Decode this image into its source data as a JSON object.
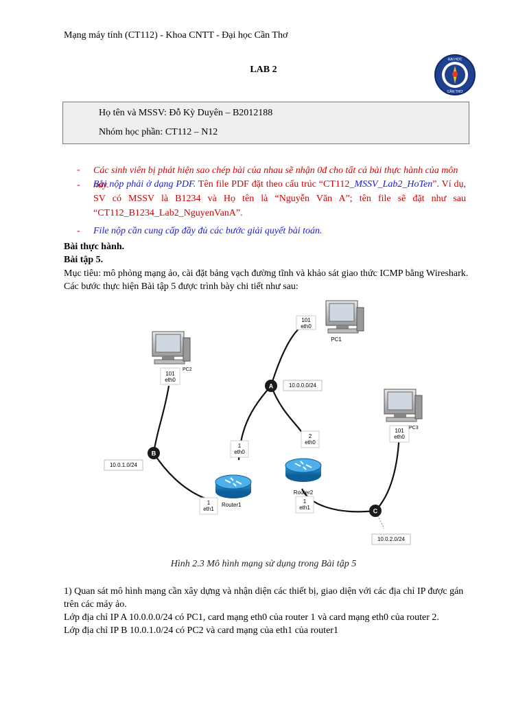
{
  "header": {
    "course_line": "Mạng máy tính (CT112) - Khoa CNTT - Đại học Cần Thơ"
  },
  "title": "LAB 2",
  "logo": {
    "icon": "university-logo-icon",
    "color": "#1f3f8f"
  },
  "info_box": {
    "name_line": "Họ tên và MSSV: Đỗ Kỳ Duyên – B2012188",
    "group_line": "Nhóm học phần: CT112 – N12"
  },
  "notes": {
    "note1": "Các sinh viên bị phát hiện sao chép bài của nhau sẽ nhận 0đ cho tất cả bài thực hành của môn này.",
    "note2_blue_italic": "Bài nộp phải ở dạng PDF.",
    "note2_red_1": " Tên file PDF đặt theo cấu trúc “CT112_",
    "note2_blue_italic_2": "MSSV_Lab2_HoTen",
    "note2_red_2": "”. Ví dụ, SV có MSSV là B1234 và Họ tên là “Nguyễn Văn A”; tên file sẽ đặt như sau “CT112_B1234_Lab2_NguyenVanA”.",
    "note3": "File nộp cần cung cấp đầy đủ các bước giải quyết bài toán.",
    "bullet_mark": "-"
  },
  "section": {
    "heading": "Bài thực hành.",
    "exercise": "Bài tập 5.",
    "objective": "Mục tiêu: mô phỏng mạng ảo, cài đặt bảng vạch đường tĩnh và khảo sát giao thức ICMP bằng Wireshark.",
    "steps_intro": "Các bước thực hiện Bài tập 5 được trình bày chi tiết như sau:"
  },
  "diagram": {
    "pc1": {
      "label": "PC1",
      "port_num": "101",
      "port": "eth0"
    },
    "pc2": {
      "label": "PC2",
      "port_num": "101",
      "port": "eth0"
    },
    "pc3": {
      "label": "PC3",
      "port_num": "101",
      "port": "eth0"
    },
    "switch_a": "A",
    "switch_b": "B",
    "switch_c": "C",
    "net_a": "10.0.0.0/24",
    "net_b": "10.0.1.0/24",
    "net_c": "10.0.2.0/24",
    "router1": {
      "label": "Router1",
      "eth0_num": "1",
      "eth0": "eth0",
      "eth1_num": "1",
      "eth1": "eth1"
    },
    "router2": {
      "label": "Router2",
      "eth0_num": "2",
      "eth0": "eth0",
      "eth1_num": "1",
      "eth1": "eth1"
    },
    "router_color": "#1a7fc0",
    "switch_color": "#1a1a1a"
  },
  "caption": "Hình 2.3 Mô hình mạng sử dụng trong Bài tập 5",
  "question": {
    "q1": "1) Quan sát mô hình mạng cần xây dựng và nhận diện các thiết bị, giao diện với các địa chỉ IP được gán trên các máy ảo.",
    "line_a": "Lớp địa chỉ IP A 10.0.0.0/24 có PC1, card mạng eth0 của router 1 và card mạng eth0 của router 2.",
    "line_b": "Lớp địa chỉ IP B 10.0.1.0/24 có PC2 và card mạng của eth1 của router1"
  }
}
